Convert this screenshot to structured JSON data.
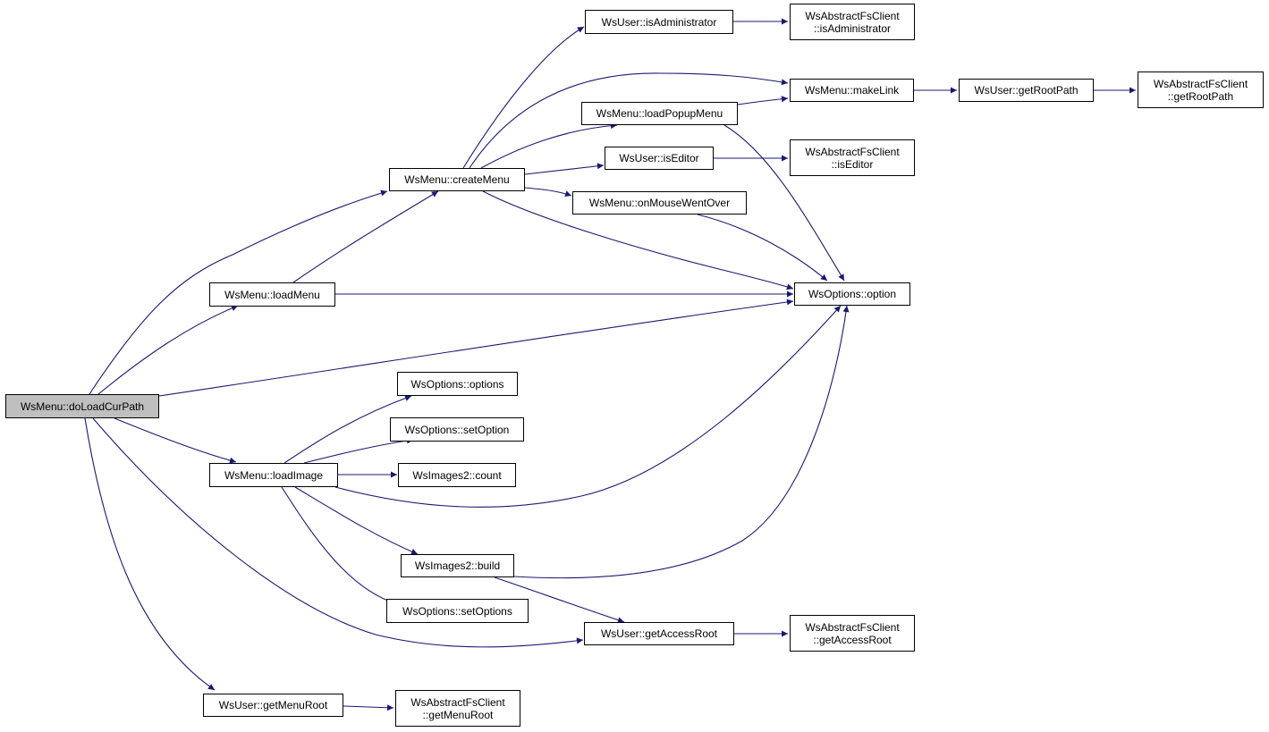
{
  "graph": {
    "edge_color": "#191970",
    "root_fill": "#bfbfbf",
    "nodes": {
      "doLoadCurPath": {
        "lines": [
          "WsMenu::doLoadCurPath"
        ]
      },
      "createMenu": {
        "lines": [
          "WsMenu::createMenu"
        ]
      },
      "loadMenu": {
        "lines": [
          "WsMenu::loadMenu"
        ]
      },
      "loadImage": {
        "lines": [
          "WsMenu::loadImage"
        ]
      },
      "getMenuRoot": {
        "lines": [
          "WsUser::getMenuRoot"
        ]
      },
      "getAccessRoot": {
        "lines": [
          "WsUser::getAccessRoot"
        ]
      },
      "isAdministrator": {
        "lines": [
          "WsUser::isAdministrator"
        ]
      },
      "loadPopupMenu": {
        "lines": [
          "WsMenu::loadPopupMenu"
        ]
      },
      "isEditor": {
        "lines": [
          "WsUser::isEditor"
        ]
      },
      "onMouseWentOver": {
        "lines": [
          "WsMenu::onMouseWentOver"
        ]
      },
      "option": {
        "lines": [
          "WsOptions::option"
        ]
      },
      "options": {
        "lines": [
          "WsOptions::options"
        ]
      },
      "setOption": {
        "lines": [
          "WsOptions::setOption"
        ]
      },
      "count": {
        "lines": [
          "WsImages2::count"
        ]
      },
      "build": {
        "lines": [
          "WsImages2::build"
        ]
      },
      "setOptions": {
        "lines": [
          "WsOptions::setOptions"
        ]
      },
      "makeLink": {
        "lines": [
          "WsMenu::makeLink"
        ]
      },
      "getRootPath": {
        "lines": [
          "WsUser::getRootPath"
        ]
      },
      "fsIsAdministrator": {
        "lines": [
          "WsAbstractFsClient",
          "::isAdministrator"
        ]
      },
      "fsGetRootPath": {
        "lines": [
          "WsAbstractFsClient",
          "::getRootPath"
        ]
      },
      "fsIsEditor": {
        "lines": [
          "WsAbstractFsClient",
          "::isEditor"
        ]
      },
      "fsGetAccessRoot": {
        "lines": [
          "WsAbstractFsClient",
          "::getAccessRoot"
        ]
      },
      "fsGetMenuRoot": {
        "lines": [
          "WsAbstractFsClient",
          "::getMenuRoot"
        ]
      }
    },
    "edges": [
      [
        "doLoadCurPath",
        "createMenu"
      ],
      [
        "doLoadCurPath",
        "loadMenu"
      ],
      [
        "doLoadCurPath",
        "option"
      ],
      [
        "doLoadCurPath",
        "loadImage"
      ],
      [
        "doLoadCurPath",
        "getAccessRoot"
      ],
      [
        "doLoadCurPath",
        "getMenuRoot"
      ],
      [
        "createMenu",
        "isAdministrator"
      ],
      [
        "createMenu",
        "makeLink"
      ],
      [
        "createMenu",
        "loadPopupMenu"
      ],
      [
        "createMenu",
        "isEditor"
      ],
      [
        "createMenu",
        "onMouseWentOver"
      ],
      [
        "createMenu",
        "option"
      ],
      [
        "loadMenu",
        "createMenu"
      ],
      [
        "loadMenu",
        "option"
      ],
      [
        "loadImage",
        "options"
      ],
      [
        "loadImage",
        "setOption"
      ],
      [
        "loadImage",
        "count"
      ],
      [
        "loadImage",
        "option"
      ],
      [
        "loadImage",
        "build"
      ],
      [
        "loadImage",
        "setOptions"
      ],
      [
        "isAdministrator",
        "fsIsAdministrator"
      ],
      [
        "loadPopupMenu",
        "makeLink"
      ],
      [
        "loadPopupMenu",
        "option"
      ],
      [
        "makeLink",
        "getRootPath"
      ],
      [
        "getRootPath",
        "fsGetRootPath"
      ],
      [
        "isEditor",
        "fsIsEditor"
      ],
      [
        "onMouseWentOver",
        "option"
      ],
      [
        "build",
        "option"
      ],
      [
        "build",
        "getAccessRoot"
      ],
      [
        "getAccessRoot",
        "fsGetAccessRoot"
      ],
      [
        "getMenuRoot",
        "fsGetMenuRoot"
      ]
    ]
  }
}
